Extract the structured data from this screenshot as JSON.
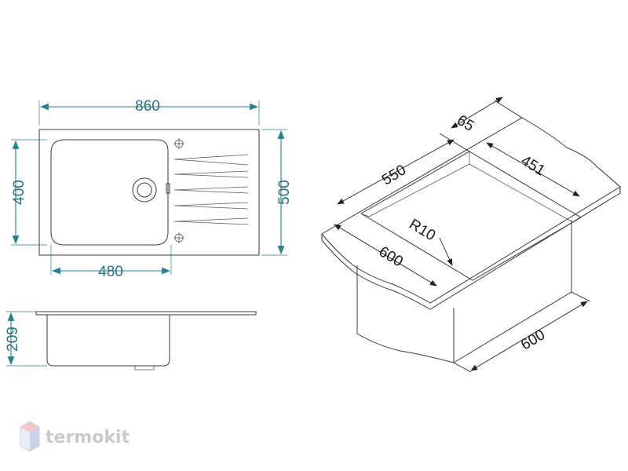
{
  "top_view": {
    "width_label": "860",
    "height_left_label": "400",
    "height_right_label": "500",
    "bowl_width_label": "480"
  },
  "side_view": {
    "depth_label": "209"
  },
  "cabinet_view": {
    "label_65": "65",
    "label_550": "550",
    "label_451": "451",
    "label_r10": "R10",
    "label_600_front": "600",
    "label_600_side": "600"
  },
  "logo": {
    "text": "termokit",
    "accent_color": "#e8ecf4"
  },
  "colors": {
    "dimension": "#2a7f8f",
    "outline": "#3a3a3a"
  }
}
